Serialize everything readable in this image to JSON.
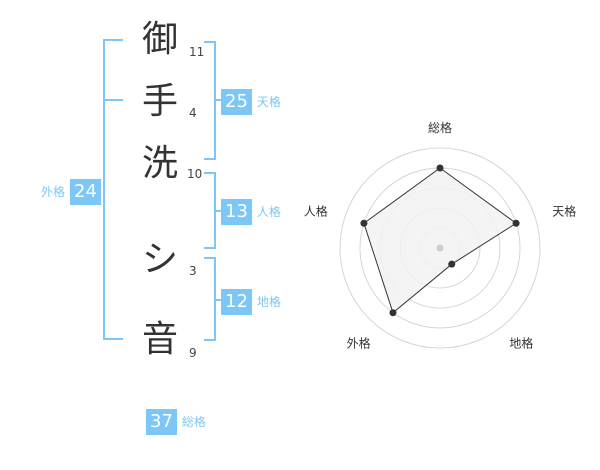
{
  "name_chars": [
    {
      "char": "御",
      "strokes": "11"
    },
    {
      "char": "手",
      "strokes": "4"
    },
    {
      "char": "洗",
      "strokes": "10"
    },
    {
      "char": "シ",
      "strokes": "3"
    },
    {
      "char": "音",
      "strokes": "9"
    }
  ],
  "scores": {
    "tenkaku": {
      "value": "25",
      "label": "天格"
    },
    "jinkaku": {
      "value": "13",
      "label": "人格"
    },
    "chikaku": {
      "value": "12",
      "label": "地格"
    },
    "gaikaku": {
      "value": "24",
      "label": "外格"
    },
    "soukaku": {
      "value": "37",
      "label": "総格"
    }
  },
  "radar": {
    "axes": [
      "総格",
      "天格",
      "地格",
      "外格",
      "人格"
    ],
    "levels": 5,
    "values": [
      0.8,
      0.8,
      0.2,
      0.8,
      0.8
    ],
    "colors": {
      "accent": "#7cc7f5",
      "fill": "#f2f2f2",
      "ring": "#d6d6d6",
      "line": "#333333",
      "center": "#cccccc"
    }
  }
}
